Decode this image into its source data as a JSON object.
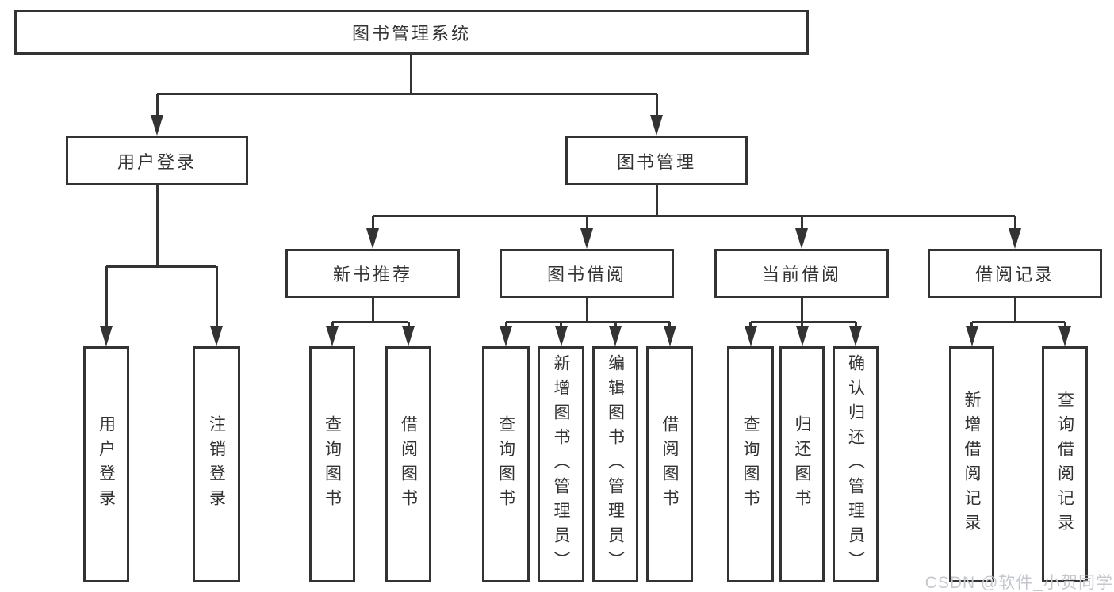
{
  "diagram": {
    "root": {
      "label": "图书管理系统"
    },
    "branches": {
      "user_login": {
        "label": "用户登录",
        "children": [
          "用户登录",
          "注销登录"
        ]
      },
      "book_mgmt": {
        "label": "图书管理"
      }
    },
    "modules": [
      {
        "label": "新书推荐",
        "children": [
          "查询图书",
          "借阅图书"
        ]
      },
      {
        "label": "图书借阅",
        "children": [
          "查询图书",
          "新增图书（管理员）",
          "编辑图书（管理员）",
          "借阅图书"
        ]
      },
      {
        "label": "当前借阅",
        "children": [
          "查询图书",
          "归还图书",
          "确认归还（管理员）"
        ]
      },
      {
        "label": "借阅记录",
        "children": [
          "新增借阅记录",
          "查询借阅记录"
        ]
      }
    ]
  },
  "watermark": {
    "text": "CSDN @软件_小贺同学"
  }
}
